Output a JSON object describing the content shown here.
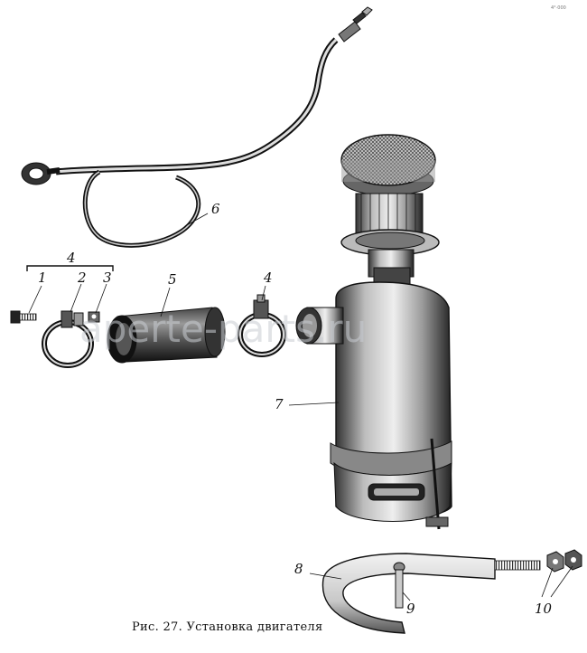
{
  "caption": "Рис. 27. Установка двигателя",
  "watermark": "aperte-parts.ru",
  "corner_mark": "4°·000",
  "callouts": {
    "c1": "1",
    "c2": "2",
    "c3": "3",
    "c4_group": "4",
    "c4": "4",
    "c5": "5",
    "c6": "6",
    "c7": "7",
    "c8": "8",
    "c9": "9",
    "c10": "10"
  }
}
